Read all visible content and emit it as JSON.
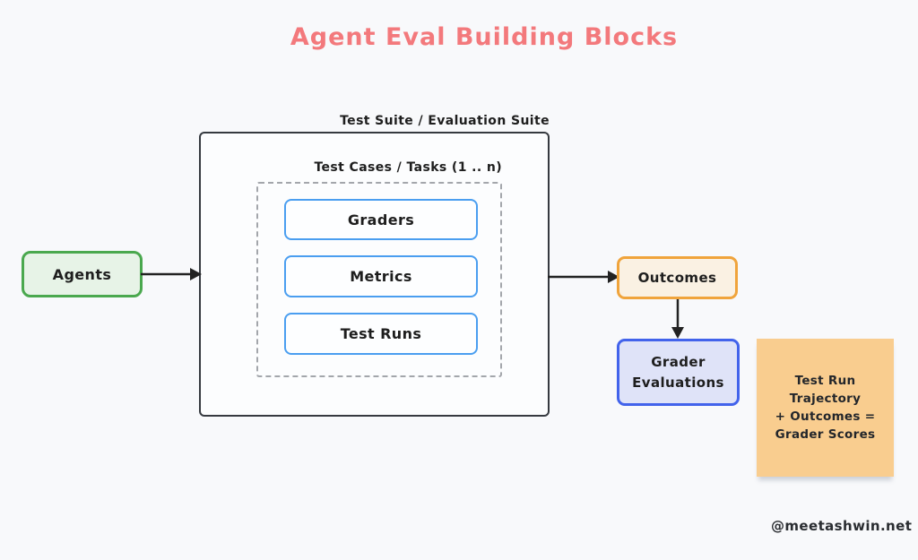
{
  "title": "Agent Eval Building Blocks",
  "agents": {
    "label": "Agents"
  },
  "suite": {
    "label": "Test Suite / Evaluation Suite",
    "cases": {
      "label": "Test Cases / Tasks (1 .. n)",
      "items": [
        "Graders",
        "Metrics",
        "Test Runs"
      ]
    }
  },
  "outcomes": {
    "label": "Outcomes"
  },
  "grader_evaluations": {
    "label": "Grader Evaluations"
  },
  "note": {
    "lines": [
      "Test Run",
      "Trajectory",
      "+ Outcomes =",
      "Grader Scores"
    ]
  },
  "attribution": "@meetashwin.net",
  "colors": {
    "background": "#F8F9FB",
    "title": "#F3797C",
    "text": "#1E1E1E",
    "agents_border": "#4AA84E",
    "agents_fill": "#E7F3E7",
    "suite_border": "#363A40",
    "dashed_border": "#A3A6AB",
    "inner_box_border": "#4A9EF0",
    "inner_box_fill": "#FDFEFF",
    "outcomes_border": "#F0A43C",
    "outcomes_fill": "#FAF1E3",
    "grader_evaluations_border": "#4263EB",
    "grader_evaluations_fill": "#DFE3F8",
    "note_fill": "#F9CD8F",
    "arrow": "#222222"
  }
}
